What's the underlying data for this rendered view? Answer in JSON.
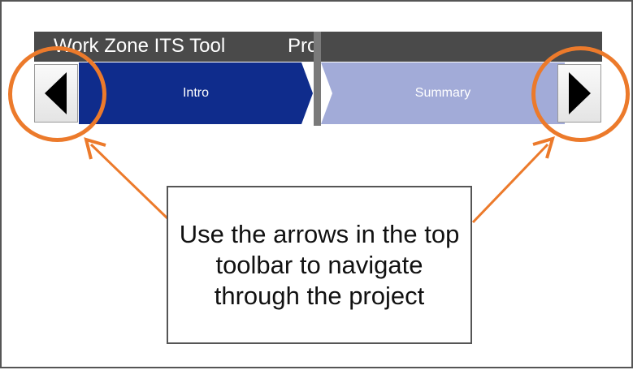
{
  "toolbar": {
    "app_title": "Work Zone ITS Tool",
    "second_title": "Pro",
    "background_color": "#4a4a4a"
  },
  "tabs": [
    {
      "label": "Intro",
      "color": "#0f2c8c",
      "state": "active"
    },
    {
      "label": "Summary",
      "color": "#a2abd8",
      "state": "inactive"
    }
  ],
  "nav": {
    "prev_icon": "triangle-left-icon",
    "next_icon": "triangle-right-icon"
  },
  "annotation": {
    "callout_text": "Use the arrows in the top toolbar to navigate through the project",
    "highlight_color": "#ec7a2b"
  }
}
